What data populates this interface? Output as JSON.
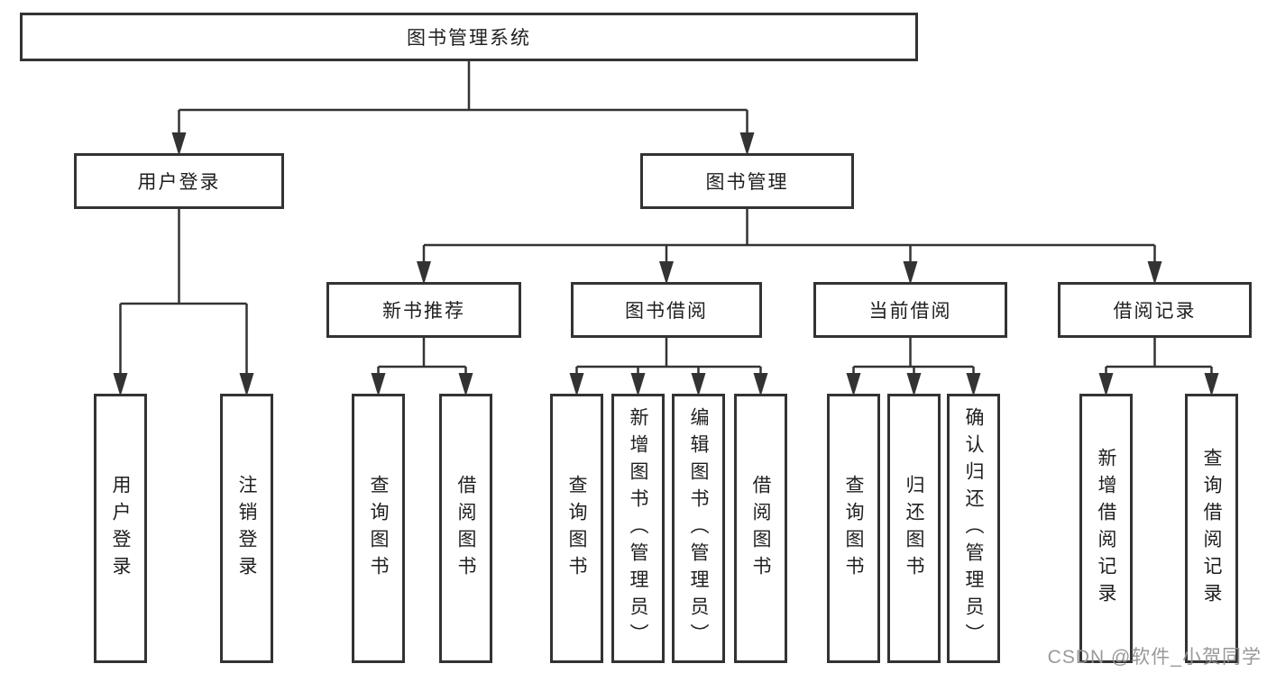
{
  "tree": {
    "root": "图书管理系统",
    "level2": {
      "user_login": "用户登录",
      "book_management": "图书管理"
    },
    "level3": {
      "new_book_recommend": "新书推荐",
      "book_borrowing": "图书借阅",
      "current_borrowing": "当前借阅",
      "borrowing_records": "借阅记录"
    },
    "leaves": {
      "user_login": [
        "用户登录",
        "注销登录"
      ],
      "new_book_recommend": [
        "查询图书",
        "借阅图书"
      ],
      "book_borrowing": [
        "查询图书",
        "新增图书（管理员）",
        "编辑图书（管理员）",
        "借阅图书"
      ],
      "current_borrowing": [
        "查询图书",
        "归还图书",
        "确认归还（管理员）"
      ],
      "borrowing_records": [
        "新增借阅记录",
        "查询借阅记录"
      ]
    }
  },
  "watermark": "CSDN @软件_小贺同学",
  "colors": {
    "line": "#333333",
    "text": "#1f1f1f",
    "watermark": "#949494",
    "background": "#ffffff"
  }
}
